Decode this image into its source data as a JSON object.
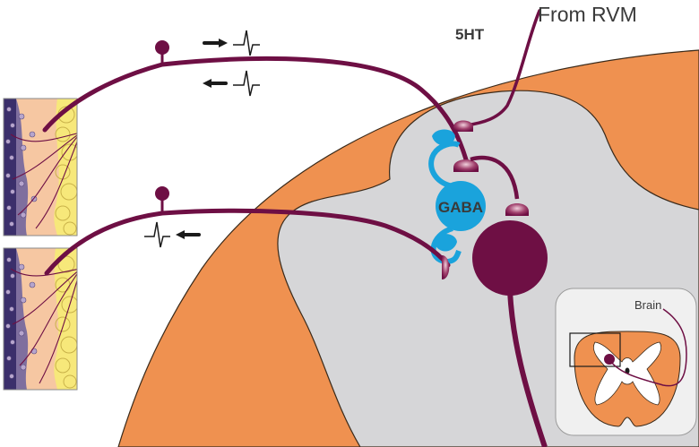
{
  "labels": {
    "from_rvm": "From RVM",
    "serotonin": "5HT",
    "gaba": "GABA",
    "brain": "Brain"
  },
  "colors": {
    "neuron": "#6e0f44",
    "gaba_interneuron": "#1aa3dc",
    "white_matter": "#ef9150",
    "gray_matter": "#d6d6d8",
    "skin_epidermis": "#3b2f6b",
    "skin_dermis": "#f6c7a2",
    "fat": "#f7e87a",
    "inset_background": "#f0f0f0"
  },
  "icons": [
    "axon-signal-arrow-icon",
    "action-potential-spike-icon",
    "brain-arrow-icon"
  ]
}
